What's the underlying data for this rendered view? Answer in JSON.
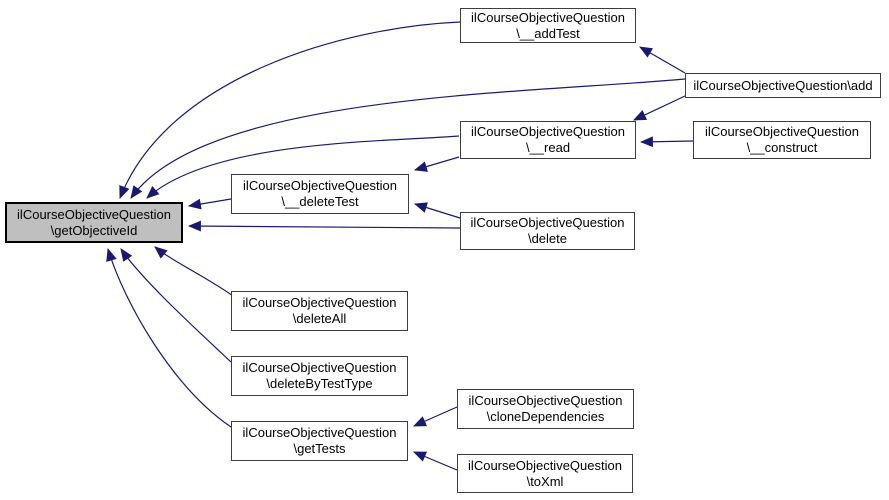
{
  "diagram": {
    "type": "caller-graph",
    "nodes": {
      "getObjectiveId": {
        "line1": "ilCourseObjectiveQuestion",
        "line2": "\\getObjectiveId",
        "highlighted": true
      },
      "addTest": {
        "line1": "ilCourseObjectiveQuestion",
        "line2": "\\__addTest"
      },
      "add": {
        "line1": "ilCourseObjectiveQuestion\\add"
      },
      "read": {
        "line1": "ilCourseObjectiveQuestion",
        "line2": "\\__read"
      },
      "construct": {
        "line1": "ilCourseObjectiveQuestion",
        "line2": "\\__construct"
      },
      "deleteTest": {
        "line1": "ilCourseObjectiveQuestion",
        "line2": "\\__deleteTest"
      },
      "delete": {
        "line1": "ilCourseObjectiveQuestion",
        "line2": "\\delete"
      },
      "deleteAll": {
        "line1": "ilCourseObjectiveQuestion",
        "line2": "\\deleteAll"
      },
      "deleteByTestType": {
        "line1": "ilCourseObjectiveQuestion",
        "line2": "\\deleteByTestType"
      },
      "getTests": {
        "line1": "ilCourseObjectiveQuestion",
        "line2": "\\getTests"
      },
      "cloneDependencies": {
        "line1": "ilCourseObjectiveQuestion",
        "line2": "\\cloneDependencies"
      },
      "toXml": {
        "line1": "ilCourseObjectiveQuestion",
        "line2": "\\toXml"
      }
    },
    "edges": [
      {
        "from": "addTest",
        "to": "getObjectiveId"
      },
      {
        "from": "add",
        "to": "getObjectiveId"
      },
      {
        "from": "add",
        "to": "addTest"
      },
      {
        "from": "read",
        "to": "getObjectiveId"
      },
      {
        "from": "add",
        "to": "read"
      },
      {
        "from": "construct",
        "to": "read"
      },
      {
        "from": "deleteTest",
        "to": "getObjectiveId"
      },
      {
        "from": "read",
        "to": "deleteTest"
      },
      {
        "from": "delete",
        "to": "deleteTest"
      },
      {
        "from": "delete",
        "to": "getObjectiveId"
      },
      {
        "from": "deleteAll",
        "to": "getObjectiveId"
      },
      {
        "from": "deleteByTestType",
        "to": "getObjectiveId"
      },
      {
        "from": "getTests",
        "to": "getObjectiveId"
      },
      {
        "from": "cloneDependencies",
        "to": "getTests"
      },
      {
        "from": "toXml",
        "to": "getTests"
      }
    ],
    "colors": {
      "edge": "#191970",
      "node_border": "#3d3d3d",
      "node_fill": "#ffffff",
      "highlight_fill": "#bfbfbf",
      "text": "#000000"
    }
  }
}
